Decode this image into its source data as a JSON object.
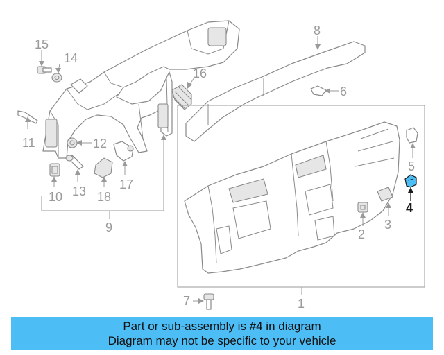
{
  "callouts": {
    "c1": "1",
    "c2": "2",
    "c3": "3",
    "c4": "4",
    "c5": "5",
    "c6": "6",
    "c7": "7",
    "c8": "8",
    "c9": "9",
    "c10": "10",
    "c11": "11",
    "c12": "12",
    "c13": "13",
    "c14": "14",
    "c15": "15",
    "c16": "16",
    "c17": "17",
    "c18": "18"
  },
  "highlighted_part": "4",
  "highlight_color": "#4dbdf5",
  "caption": {
    "line1": "Part or sub-assembly is #4 in diagram",
    "line2": "Diagram may not be specific to your vehicle"
  }
}
